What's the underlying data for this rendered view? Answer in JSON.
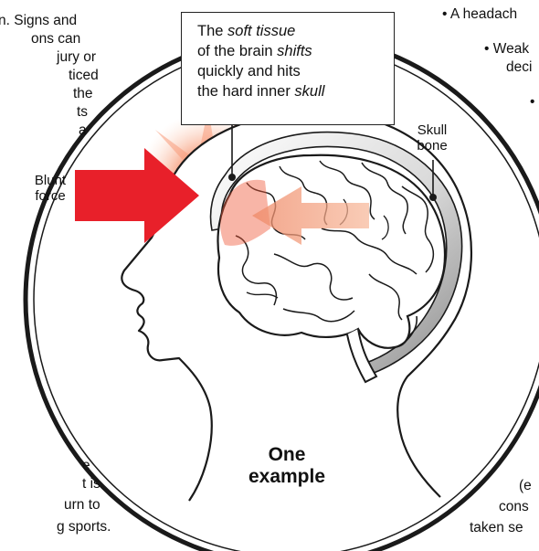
{
  "callout": {
    "line1_pre": "The ",
    "line1_em": "soft tissue",
    "line2_pre": "of the brain ",
    "line2_em": "shifts",
    "line3": "quickly and hits",
    "line4_pre": "the hard inner ",
    "line4_em": "skull"
  },
  "labels": {
    "blunt_force": "Blunt force",
    "skull_bone": "Skull bone",
    "one_example_1": "One",
    "one_example_2": "example"
  },
  "left_fragments": [
    "n. Signs and",
    "ons   can",
    "jury or",
    "ticed",
    "the",
    "ts",
    "a"
  ],
  "left_bottom_fragments": [
    "e",
    "t is",
    "urn to",
    "g sports."
  ],
  "right_fragments": [
    "• A headach",
    "• Weak",
    "deci",
    "•"
  ],
  "right_bottom_fragments": [
    "(e",
    "cons",
    "taken se"
  ],
  "colors": {
    "force_arrow": "#e8202a",
    "impact_glow": "#f58b6a",
    "shift_arrow": "#f2a07e",
    "outline": "#1a1a1a",
    "skull_gray": "#9a9a9a"
  }
}
